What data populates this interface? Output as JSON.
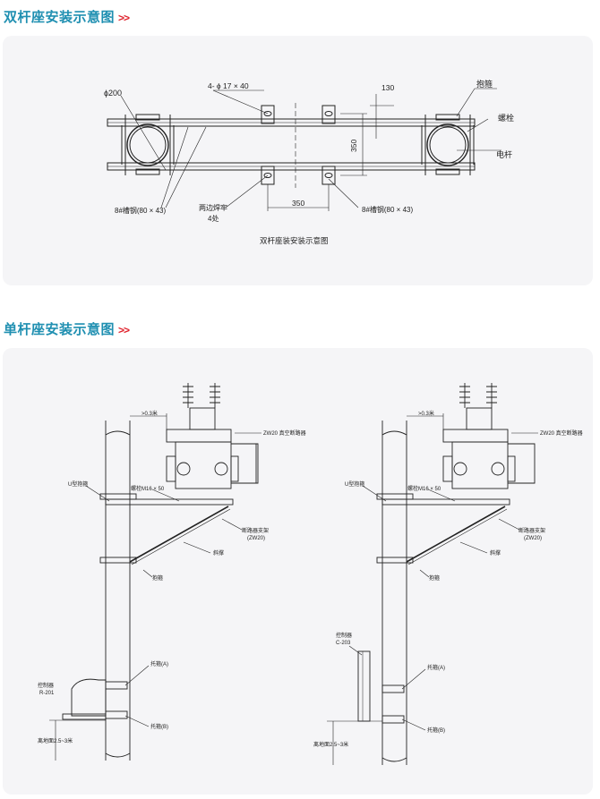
{
  "section1": {
    "title": "双杆座安装示意图",
    "arrow": ">>",
    "caption": "双杆座装安装示意图",
    "labels": {
      "diam200": "ϕ200",
      "holes": "4- ϕ 17 × 40",
      "dim130": "130",
      "hoop": "抱箍",
      "bolt": "螺栓",
      "pole": "电杆",
      "dim350v": "350",
      "dim350h": "350",
      "channel_left": "8#槽钢(80 × 43)",
      "weld": "两边焊牢",
      "weld_count": "4处",
      "channel_right": "8#槽钢(80 × 43)"
    }
  },
  "section2": {
    "title": "单杆座安装示意图",
    "arrow": ">>",
    "left": {
      "clearance": ">0.3米",
      "breaker": "ZW20 真空断路器",
      "u_hoop": "U型抱箍",
      "bolt": "螺栓M16 × 50",
      "bracket": "断路器支架",
      "bracket_model": "(ZW20)",
      "brace": "斜撑",
      "hoop": "抱箍",
      "clamp_a": "托箍(A)",
      "controller": "控制器",
      "controller_model": "R-201",
      "clamp_b": "托箍(B)",
      "height": "离地面2.5~3米"
    },
    "right": {
      "clearance": ">0.3米",
      "breaker": "ZW20 真空断路器",
      "u_hoop": "U型抱箍",
      "bolt": "螺栓M16 × 50",
      "bracket": "断路器支架",
      "bracket_model": "(ZW20)",
      "brace": "斜撑",
      "hoop": "抱箍",
      "controller": "控制器",
      "controller_model": "C-203",
      "clamp_a": "托箍(A)",
      "clamp_b": "托箍(B)",
      "height": "离地面2.5~3米"
    }
  },
  "colors": {
    "title": "#1f8fb1",
    "arrow": "#e0202a",
    "panel": "#f5f5f7",
    "line": "#222222"
  }
}
